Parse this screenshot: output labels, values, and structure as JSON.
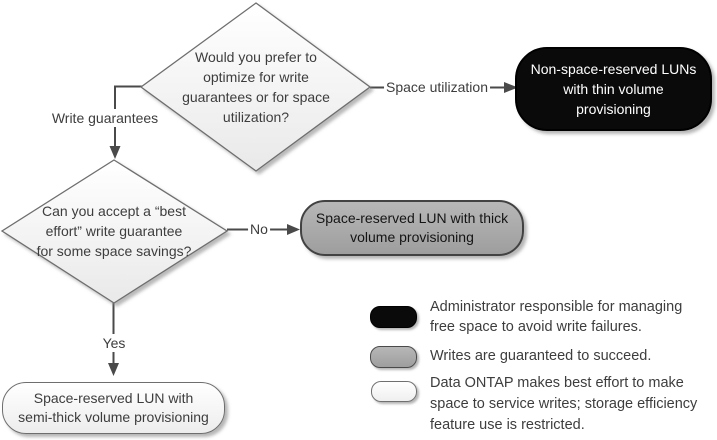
{
  "flowchart": {
    "decisions": [
      {
        "text": "Would you prefer to\noptimize for write\nguarantees or for space\nutilization?"
      },
      {
        "text": "Can you accept a “best\neffort” write guarantee\nfor some space savings?"
      }
    ],
    "connector_labels": {
      "space_utilization": "Space utilization",
      "write_guarantees": "Write guarantees",
      "no": "No",
      "yes": "Yes"
    },
    "outcomes": [
      {
        "style": "black",
        "text": "Non-space-reserved LUNs\nwith thin volume\nprovisioning"
      },
      {
        "style": "gray",
        "text": "Space-reserved LUN with thick\nvolume provisioning"
      },
      {
        "style": "white",
        "text": "Space-reserved LUN with\nsemi-thick volume provisioning"
      }
    ]
  },
  "legend": {
    "items": [
      {
        "swatch": "black",
        "text": "Administrator responsible for managing\nfree space to avoid write failures."
      },
      {
        "swatch": "gray",
        "text": "Writes are guaranteed to succeed."
      },
      {
        "swatch": "white",
        "text": "Data ONTAP makes best effort to make\nspace to service writes; storage efficiency\nfeature use is restricted."
      }
    ]
  },
  "colors": {
    "outcome_black": "#0a0a0a",
    "outcome_gray": "#ababab",
    "outcome_white": "#ffffff",
    "connector": "#4a4a4a",
    "shape_border": "#6e6e6e",
    "text": "#3d3d3d"
  }
}
